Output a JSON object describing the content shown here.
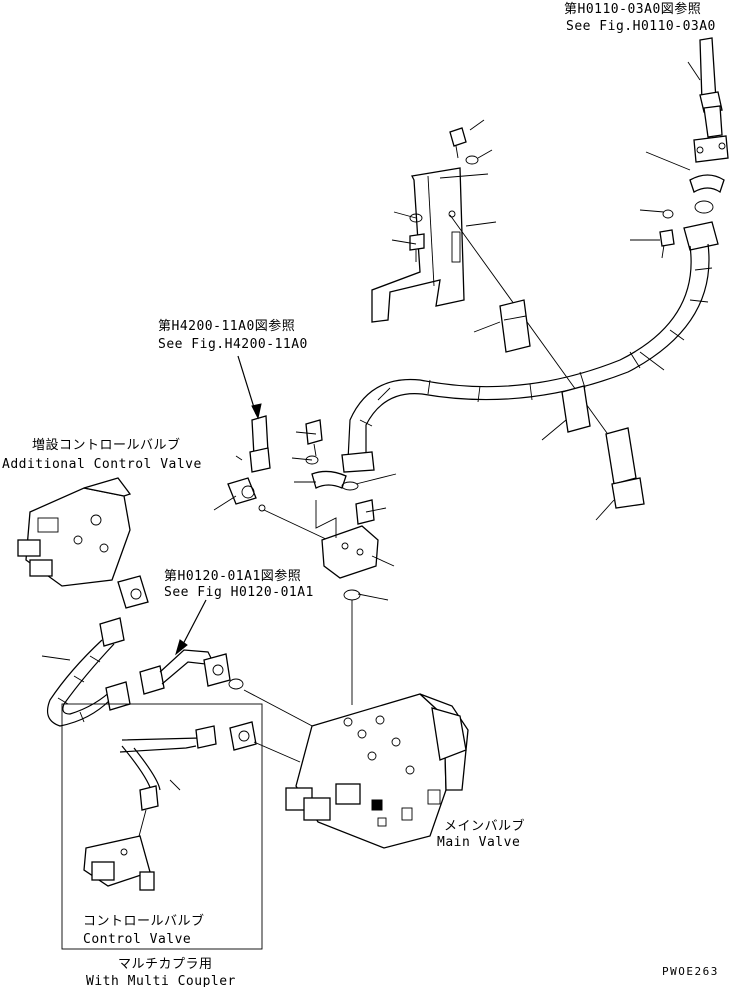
{
  "refs": {
    "top_right": {
      "jp": "第H0110-03A0図参照",
      "en": "See Fig.H0110-03A0"
    },
    "upper_left": {
      "jp": "第H4200-11A0図参照",
      "en": "See Fig.H4200-11A0"
    },
    "middle": {
      "jp": "第H0120-01A1図参照",
      "en": "See Fig H0120-01A1"
    }
  },
  "components": {
    "additional_valve": {
      "jp": "増設コントロールバルブ",
      "en": "Additional Control Valve"
    },
    "main_valve": {
      "jp": "メインバルブ",
      "en": "Main Valve"
    },
    "control_valve": {
      "jp": "コントロールバルブ",
      "en": "Control Valve"
    },
    "multi_coupler": {
      "jp": "マルチカプラ用",
      "en": "With Multi Coupler"
    }
  },
  "drawing_code": "PWOE263"
}
